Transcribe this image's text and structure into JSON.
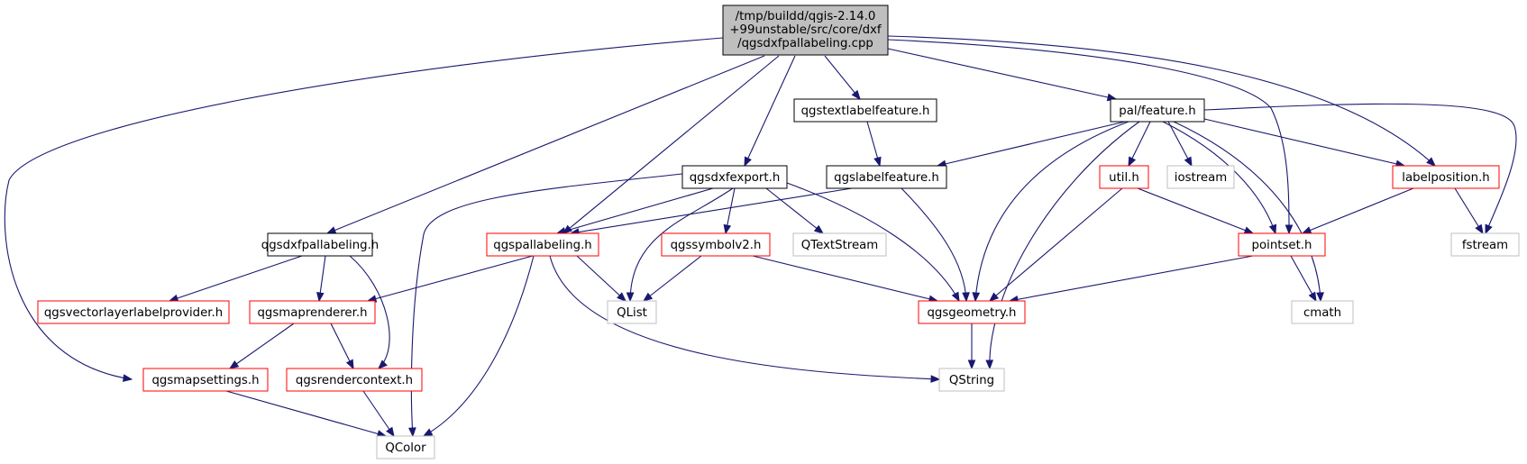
{
  "colors": {
    "edge": "#191970",
    "border_documented": "#000000",
    "border_with_refs": "#ff0000",
    "border_external": "#bfbfbf",
    "root_fill": "#bfbfbf"
  },
  "root": {
    "lines": [
      "/tmp/buildd/qgis-2.14.0",
      "+99unstable/src/core/dxf",
      "/qgsdxfpallabeling.cpp"
    ]
  },
  "nodes": {
    "qgsdxfpallabeling_h": "qgsdxfpallabeling.h",
    "qgsvectorlayerlabelprovider_h": "qgsvectorlayerlabelprovider.h",
    "qgsmaprenderer_h": "qgsmaprenderer.h",
    "qgsmapsettings_h": "qgsmapsettings.h",
    "qgsrendercontext_h": "qgsrendercontext.h",
    "QColor": "QColor",
    "qgspallabeling_h": "qgspallabeling.h",
    "qgsdxfexport_h": "qgsdxfexport.h",
    "qgssymbolv2_h": "qgssymbolv2.h",
    "QTextStream": "QTextStream",
    "QList": "QList",
    "qgstextlabelfeature_h": "qgstextlabelfeature.h",
    "qgslabelfeature_h": "qgslabelfeature.h",
    "qgsgeometry_h": "qgsgeometry.h",
    "QString": "QString",
    "pal_feature_h": "pal/feature.h",
    "util_h": "util.h",
    "iostream": "iostream",
    "pointset_h": "pointset.h",
    "cmath": "cmath",
    "labelposition_h": "labelposition.h",
    "fstream": "fstream"
  }
}
